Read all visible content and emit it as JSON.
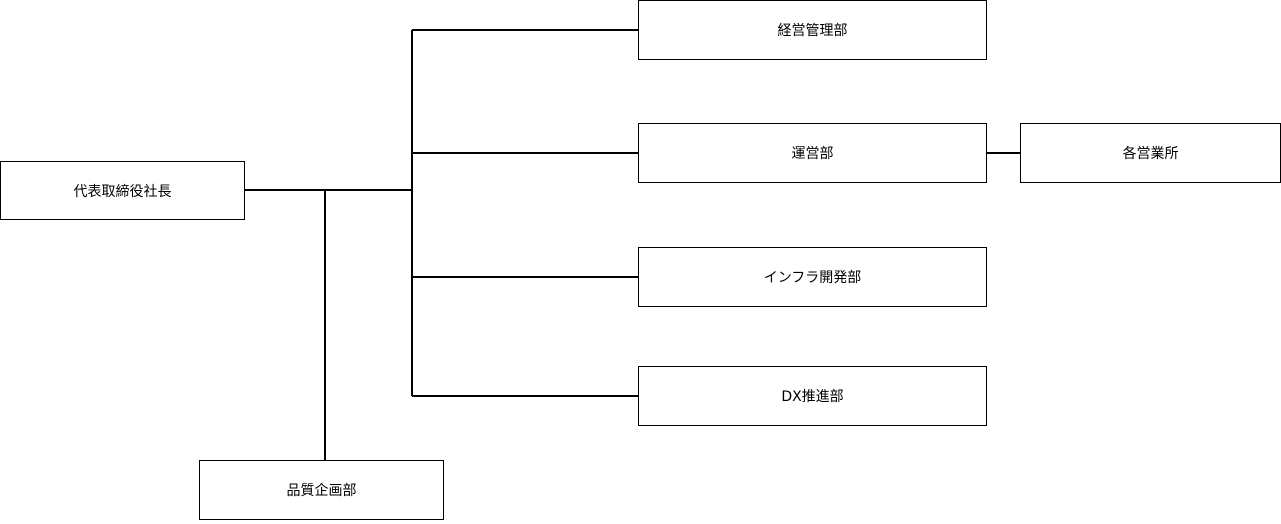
{
  "nodes": {
    "ceo": "代表取締役社長",
    "management": "経営管理部",
    "operations": "運営部",
    "branches": "各営業所",
    "infrastructure": "インフラ開発部",
    "dx": "DX推進部",
    "quality": "品質企画部"
  }
}
